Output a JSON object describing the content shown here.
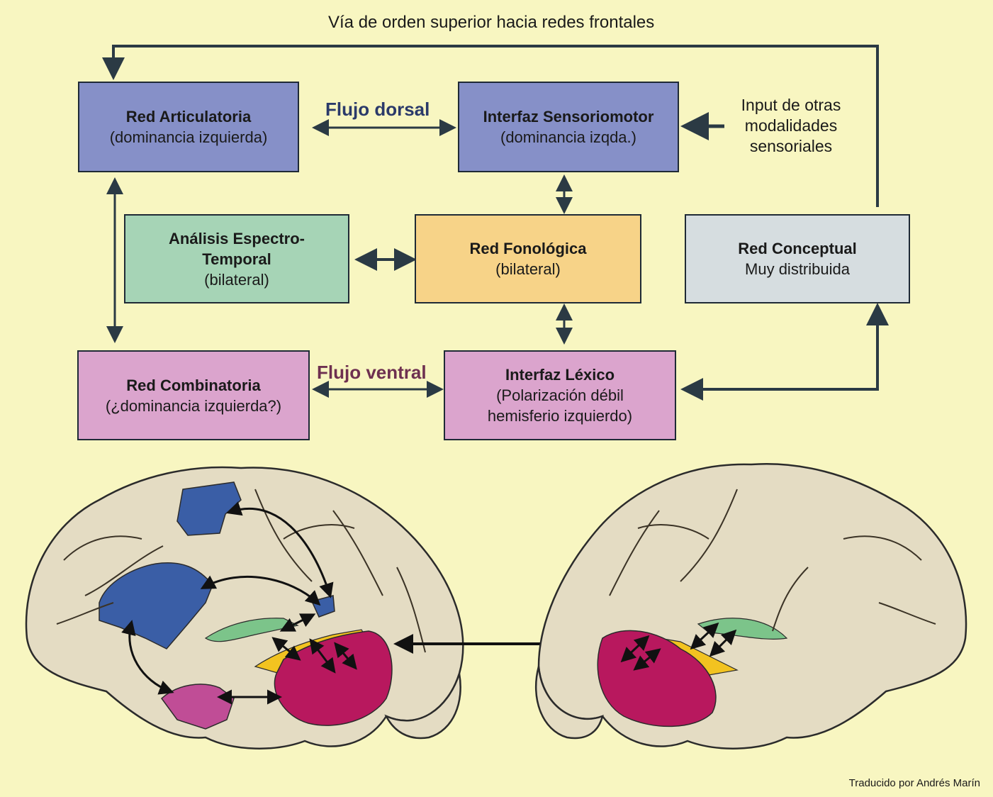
{
  "top_path_label": "Vía  de orden superior hacia redes frontales",
  "flows": {
    "dorsal": "Flujo dorsal",
    "ventral": "Flujo ventral"
  },
  "input_label": "Input de otras modalidades sensoriales",
  "boxes": {
    "articulatory": {
      "title": "Red Articulatoria",
      "subtitle": "(dominancia izquierda)",
      "color": "#8690c8"
    },
    "sensorimotor": {
      "title": "Interfaz Sensoriomotor",
      "subtitle": "(dominancia izqda.)",
      "color": "#8690c8"
    },
    "spectrotemporal": {
      "title": "Análisis Espectro-Temporal",
      "subtitle": "(bilateral)",
      "color": "#a6d4b6"
    },
    "phonological": {
      "title": "Red Fonológica",
      "subtitle": "(bilateral)",
      "color": "#f7d388"
    },
    "conceptual": {
      "title": "Red Conceptual",
      "subtitle": "Muy distribuida",
      "color": "#d6dde0"
    },
    "combinatorial": {
      "title": "Red Combinatoria",
      "subtitle": "(¿dominancia izquierda?)",
      "color": "#dba4cd"
    },
    "lexical": {
      "title": "Interfaz Léxico",
      "subtitle": "(Polarización débil hemisferio izquierdo)",
      "color": "#dba4cd"
    }
  },
  "brain_colors": {
    "blue": "#3a5ea6",
    "green": "#7cc48a",
    "yellow": "#f2c320",
    "magenta": "#b8185e",
    "pink": "#c04d96",
    "tissue": "#e4dcc3"
  },
  "credit": "Traducido por Andrés Marín"
}
